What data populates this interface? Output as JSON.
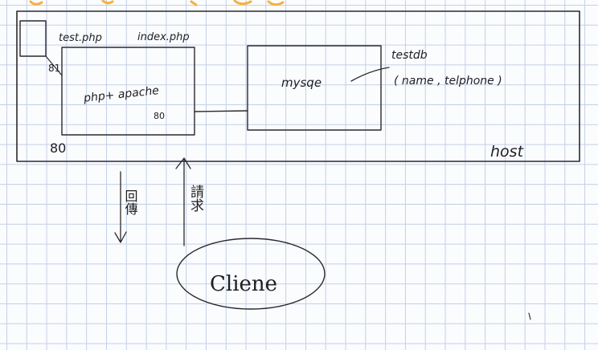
{
  "colors": {
    "ink": "#2a2a2e",
    "grid": "#c3cfe6",
    "paper": "#fbfcfe",
    "highlighter": "#f5b13a"
  },
  "labels": {
    "test_php": "test.php",
    "index_php": "index.php",
    "port_81": "81",
    "php_apache": "php+ apache",
    "port_80_inner": "80",
    "port_80_outer": "80",
    "mysql": "mysqe",
    "testdb": "testdb",
    "testdb_columns": "( name , telphone )",
    "host": "host",
    "response": "回傳",
    "request": "請求",
    "client": "Cliene"
  }
}
